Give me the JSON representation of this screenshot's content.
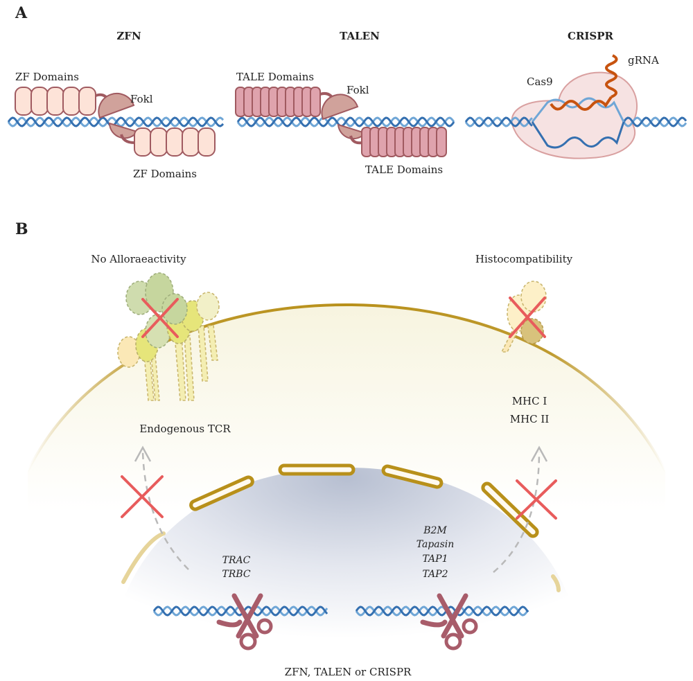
{
  "panel_a": {
    "letter": "A",
    "zfn": {
      "title": "ZFN",
      "domains_top": "ZF Domains",
      "fokl": "Fokl",
      "domains_bottom": "ZF Domains"
    },
    "talen": {
      "title": "TALEN",
      "domains_top": "TALE Domains",
      "fokl": "Fokl",
      "domains_bottom": "TALE Domains"
    },
    "crispr": {
      "title": "CRISPR",
      "cas9": "Cas9",
      "grna": "gRNA"
    }
  },
  "panel_b": {
    "letter": "B",
    "left_top": "No Alloraeactivity",
    "right_top": "Histocompatibility",
    "endogenous_tcr": "Endogenous TCR",
    "mhc1": "MHC I",
    "mhc2": "MHC II",
    "left_genes": [
      "TRAC",
      "TRBC"
    ],
    "right_genes": [
      "B2M",
      "Tapasin",
      "TAP1",
      "TAP2"
    ],
    "bottom": "ZFN, TALEN or CRISPR"
  },
  "colors": {
    "dna_light": "#6fa6d6",
    "dna_dark": "#3570b0",
    "zf_fill": "#fde3d8",
    "zf_stroke": "#a05a60",
    "tale_fill": "#dfa3ad",
    "fokl": "#d0a29b",
    "cas9_fill": "#f6e2e2",
    "grna": "#c7530f",
    "membrane": "#b8901a",
    "cross": "#e85c5c",
    "scissors": "#a85c6a"
  }
}
